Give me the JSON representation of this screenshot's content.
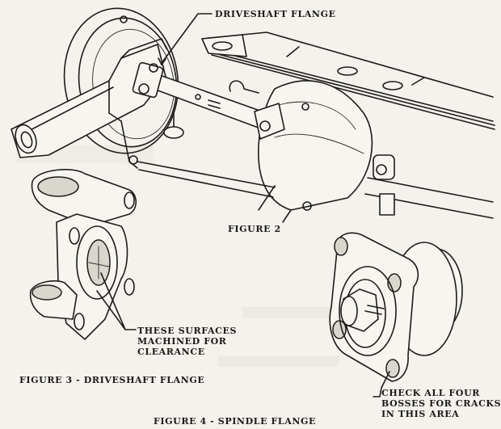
{
  "document": {
    "type": "scanned technical manual page",
    "ink_color": "#1e1c1a",
    "paper_color": "#f3f2ec"
  },
  "figures": [
    {
      "id": "figure-2",
      "caption": "FIGURE 2",
      "subject": "rear axle assembly with leaf spring, differential and driveshaft",
      "callouts": [
        {
          "id": "driveshaft-flange",
          "text": "DRIVESHAFT FLANGE"
        }
      ]
    },
    {
      "id": "figure-3",
      "caption": "FIGURE 3 - DRIVESHAFT FLANGE",
      "subject": "driveshaft flange yoke",
      "callouts": [
        {
          "id": "machined-surfaces",
          "lines": [
            "THESE SURFACES",
            "MACHINED FOR",
            "CLEARANCE"
          ]
        }
      ]
    },
    {
      "id": "figure-4",
      "caption": "FIGURE 4 - SPINDLE FLANGE",
      "subject": "spindle flange with four bosses",
      "callouts": [
        {
          "id": "check-bosses",
          "lines": [
            "CHECK ALL FOUR",
            "BOSSES FOR CRACKS",
            "IN THIS AREA"
          ]
        }
      ]
    }
  ]
}
